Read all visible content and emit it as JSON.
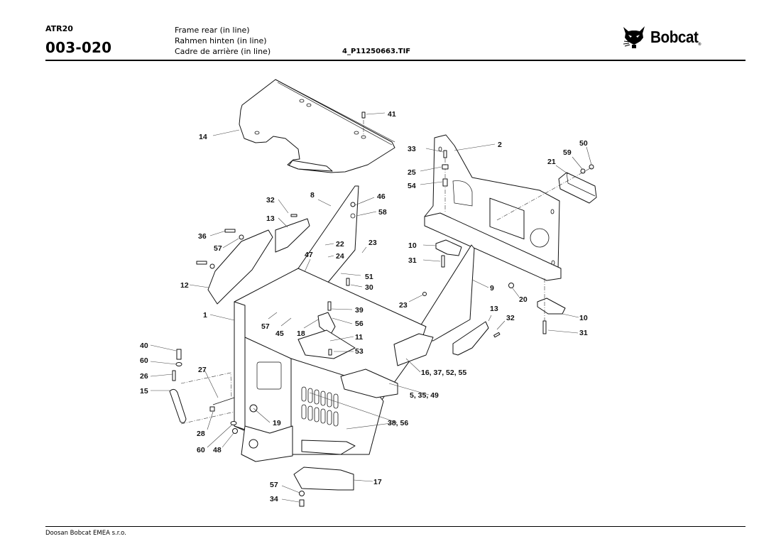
{
  "header": {
    "model": "ATR20",
    "code": "003-020",
    "titles": [
      "Frame rear (in line)",
      "Rahmen hinten (in line)",
      "Cadre de arrière (in line)"
    ],
    "filename": "4_P11250663.TIF",
    "logo": {
      "icon": "bobcat-head-icon",
      "text": "Bobcat",
      "registered": "®"
    }
  },
  "footer": {
    "company": "Doosan Bobcat EMEA s.r.o."
  },
  "callouts": [
    {
      "id": "c14",
      "text": "14"
    },
    {
      "id": "c41",
      "text": "41"
    },
    {
      "id": "c33",
      "text": "33"
    },
    {
      "id": "c2",
      "text": "2"
    },
    {
      "id": "c50",
      "text": "50"
    },
    {
      "id": "c59",
      "text": "59"
    },
    {
      "id": "c21",
      "text": "21"
    },
    {
      "id": "c25",
      "text": "25"
    },
    {
      "id": "c54",
      "text": "54"
    },
    {
      "id": "c8",
      "text": "8"
    },
    {
      "id": "c46",
      "text": "46"
    },
    {
      "id": "c32a",
      "text": "32"
    },
    {
      "id": "c58",
      "text": "58"
    },
    {
      "id": "c13a",
      "text": "13"
    },
    {
      "id": "c36",
      "text": "36"
    },
    {
      "id": "c22",
      "text": "22"
    },
    {
      "id": "c23a",
      "text": "23"
    },
    {
      "id": "c57a",
      "text": "57"
    },
    {
      "id": "c47",
      "text": "47"
    },
    {
      "id": "c24",
      "text": "24"
    },
    {
      "id": "c10a",
      "text": "10"
    },
    {
      "id": "c31a",
      "text": "31"
    },
    {
      "id": "c51",
      "text": "51"
    },
    {
      "id": "c12",
      "text": "12"
    },
    {
      "id": "c30",
      "text": "30"
    },
    {
      "id": "c9",
      "text": "9"
    },
    {
      "id": "c20",
      "text": "20"
    },
    {
      "id": "c23b",
      "text": "23"
    },
    {
      "id": "c1",
      "text": "1"
    },
    {
      "id": "c39",
      "text": "39"
    },
    {
      "id": "c13b",
      "text": "13"
    },
    {
      "id": "c32b",
      "text": "32"
    },
    {
      "id": "c10b",
      "text": "10"
    },
    {
      "id": "c56a",
      "text": "56"
    },
    {
      "id": "c57b",
      "text": "57"
    },
    {
      "id": "c45",
      "text": "45"
    },
    {
      "id": "c18",
      "text": "18"
    },
    {
      "id": "c11",
      "text": "11"
    },
    {
      "id": "c31b",
      "text": "31"
    },
    {
      "id": "c40",
      "text": "40"
    },
    {
      "id": "c53",
      "text": "53"
    },
    {
      "id": "c60a",
      "text": "60"
    },
    {
      "id": "c27",
      "text": "27"
    },
    {
      "id": "c16",
      "text": "16, 37, 52, 55"
    },
    {
      "id": "c26",
      "text": "26"
    },
    {
      "id": "c15",
      "text": "15"
    },
    {
      "id": "c5",
      "text": "5, 35, 49"
    },
    {
      "id": "c38",
      "text": "38, 56"
    },
    {
      "id": "c19",
      "text": "19"
    },
    {
      "id": "c28",
      "text": "28"
    },
    {
      "id": "c60b",
      "text": "60"
    },
    {
      "id": "c48",
      "text": "48"
    },
    {
      "id": "c17",
      "text": "17"
    },
    {
      "id": "c57c",
      "text": "57"
    },
    {
      "id": "c34",
      "text": "34"
    }
  ]
}
